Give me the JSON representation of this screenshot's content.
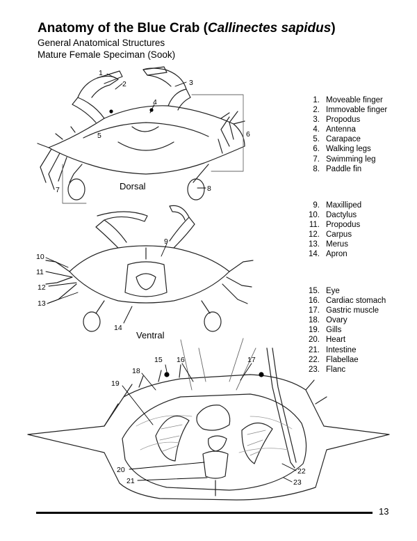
{
  "title": {
    "main": "Anatomy of the Blue Crab (",
    "sci": "Callinectes sapidus",
    "close": ")"
  },
  "subtitle": [
    "General Anatomical Structures",
    "Mature Female Speciman (Sook)"
  ],
  "views": {
    "dorsal": "Dorsal",
    "ventral": "Ventral"
  },
  "legend_groups": [
    [
      {
        "n": "1.",
        "label": "Moveable finger"
      },
      {
        "n": "2.",
        "label": "Immovable finger"
      },
      {
        "n": "3.",
        "label": "Propodus"
      },
      {
        "n": "4.",
        "label": "Antenna"
      },
      {
        "n": "5.",
        "label": "Carapace"
      },
      {
        "n": "6.",
        "label": "Walking legs"
      },
      {
        "n": "7.",
        "label": "Swimming leg"
      },
      {
        "n": "8.",
        "label": "Paddle fin"
      }
    ],
    [
      {
        "n": "9.",
        "label": "Maxilliped"
      },
      {
        "n": "10.",
        "label": "Dactylus"
      },
      {
        "n": "11.",
        "label": "Propodus"
      },
      {
        "n": "12.",
        "label": "Carpus"
      },
      {
        "n": "13.",
        "label": "Merus"
      },
      {
        "n": "14.",
        "label": "Apron"
      }
    ],
    [
      {
        "n": "15.",
        "label": "Eye"
      },
      {
        "n": "16.",
        "label": "Cardiac stomach"
      },
      {
        "n": "17.",
        "label": "Gastric muscle"
      },
      {
        "n": "18.",
        "label": "Ovary"
      },
      {
        "n": "19.",
        "label": "Gills"
      },
      {
        "n": "20.",
        "label": "Heart"
      },
      {
        "n": "21.",
        "label": "Intestine"
      },
      {
        "n": "22.",
        "label": "Flabellae"
      },
      {
        "n": "23.",
        "label": "Flanc"
      }
    ]
  ],
  "callouts": {
    "c1": "1",
    "c2": "2",
    "c3": "3",
    "c4": "4",
    "c5": "5",
    "c6": "6",
    "c7": "7",
    "c8": "8",
    "c9": "9",
    "c10": "10",
    "c11": "11",
    "c12": "12",
    "c13": "13",
    "c14": "14",
    "c15": "15",
    "c16": "16",
    "c17": "17",
    "c18": "18",
    "c19": "19",
    "c20": "20",
    "c21": "21",
    "c22": "22",
    "c23": "23"
  },
  "page_number": "13"
}
